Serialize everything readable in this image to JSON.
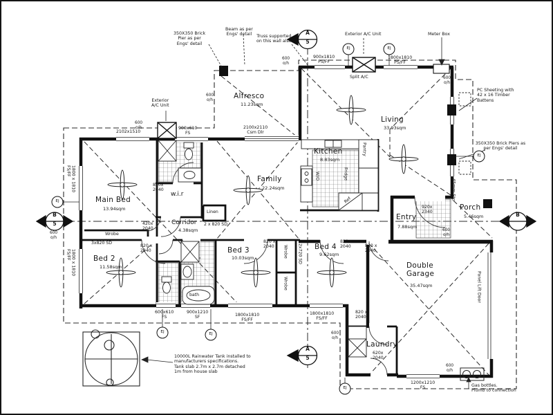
{
  "rooms": [
    {
      "name": "Alfresco",
      "area": "11.23sqm"
    },
    {
      "name": "Living",
      "area": "33.93sqm"
    },
    {
      "name": "Kitchen",
      "area": "8.83sqm"
    },
    {
      "name": "Family",
      "area": "22.24sqm"
    },
    {
      "name": "Main Bed",
      "area": "13.94sqm"
    },
    {
      "name": "w.i.r",
      "area": ""
    },
    {
      "name": "Corridor",
      "area": "4.38sqm"
    },
    {
      "name": "Linen",
      "area": ""
    },
    {
      "name": "Bed 2",
      "area": "11.58sqm"
    },
    {
      "name": "Bed 3",
      "area": "10.03sqm"
    },
    {
      "name": "Bed 4",
      "area": "9.62sqm"
    },
    {
      "name": "Entry",
      "area": "7.88sqm"
    },
    {
      "name": "Porch",
      "area": "5.46sqm"
    },
    {
      "name": "Double Garage",
      "area": "35.47sqm"
    },
    {
      "name": "Laundry",
      "area": ""
    }
  ],
  "openings": [
    "2102x1510",
    "900x610\nFS",
    "2100x2110\nCsm Dlr",
    "900x1810\nPS/FF",
    "1800x1810\nPS/FF",
    "1800 x 1810\nFS/FF",
    "1800 x 1810\nFS/FF",
    "600x610\nFS",
    "900x1210\nSF",
    "1800x1810\nFS/FF",
    "1800x1810\nFS/FF",
    "1200x1210\nFS",
    "820x\n2040",
    "420x\n2040",
    "820 x\n2040",
    "3x820 SD",
    "2 x 820 SD",
    "820 x\n2040",
    "2x720 SD",
    "820 x\n2040",
    "820 x\n2040",
    "820 x\n2040",
    "620x\n2040",
    "920x\n2340"
  ],
  "notes": [
    "350X350 Brick\nPier as per\nEngs' detail",
    "Beam as per\nEngs' detail",
    "Truss supported\non this wall also",
    "Exterior A/C Unit",
    "Meter Box",
    "PC Sheeting with\n42 x 16 Timber\nBattens",
    "350X350 Brick Piers as\nper Engs' detail",
    "Exterior\nA/C Unit",
    "Split A/C",
    "10000L Rainwater Tank installed to\nmanufacturers specifications.\nTank slab 2.7m x 2.7m detached\n1m from house slab",
    "Gas bottles.\nPlumb to connection",
    "Panel Lift Door",
    "45mm Stp"
  ],
  "fixtures": {
    "pantry": "Pantry",
    "fridge": "Fridge",
    "wall_oven": "W/O",
    "ref": "Ref",
    "bath": "bath",
    "wrobe": "Wrobe"
  },
  "eave": {
    "text": "600\no/h"
  },
  "markers": {
    "a": "A",
    "b": "B",
    "num": "5",
    "ej": "EJ"
  }
}
